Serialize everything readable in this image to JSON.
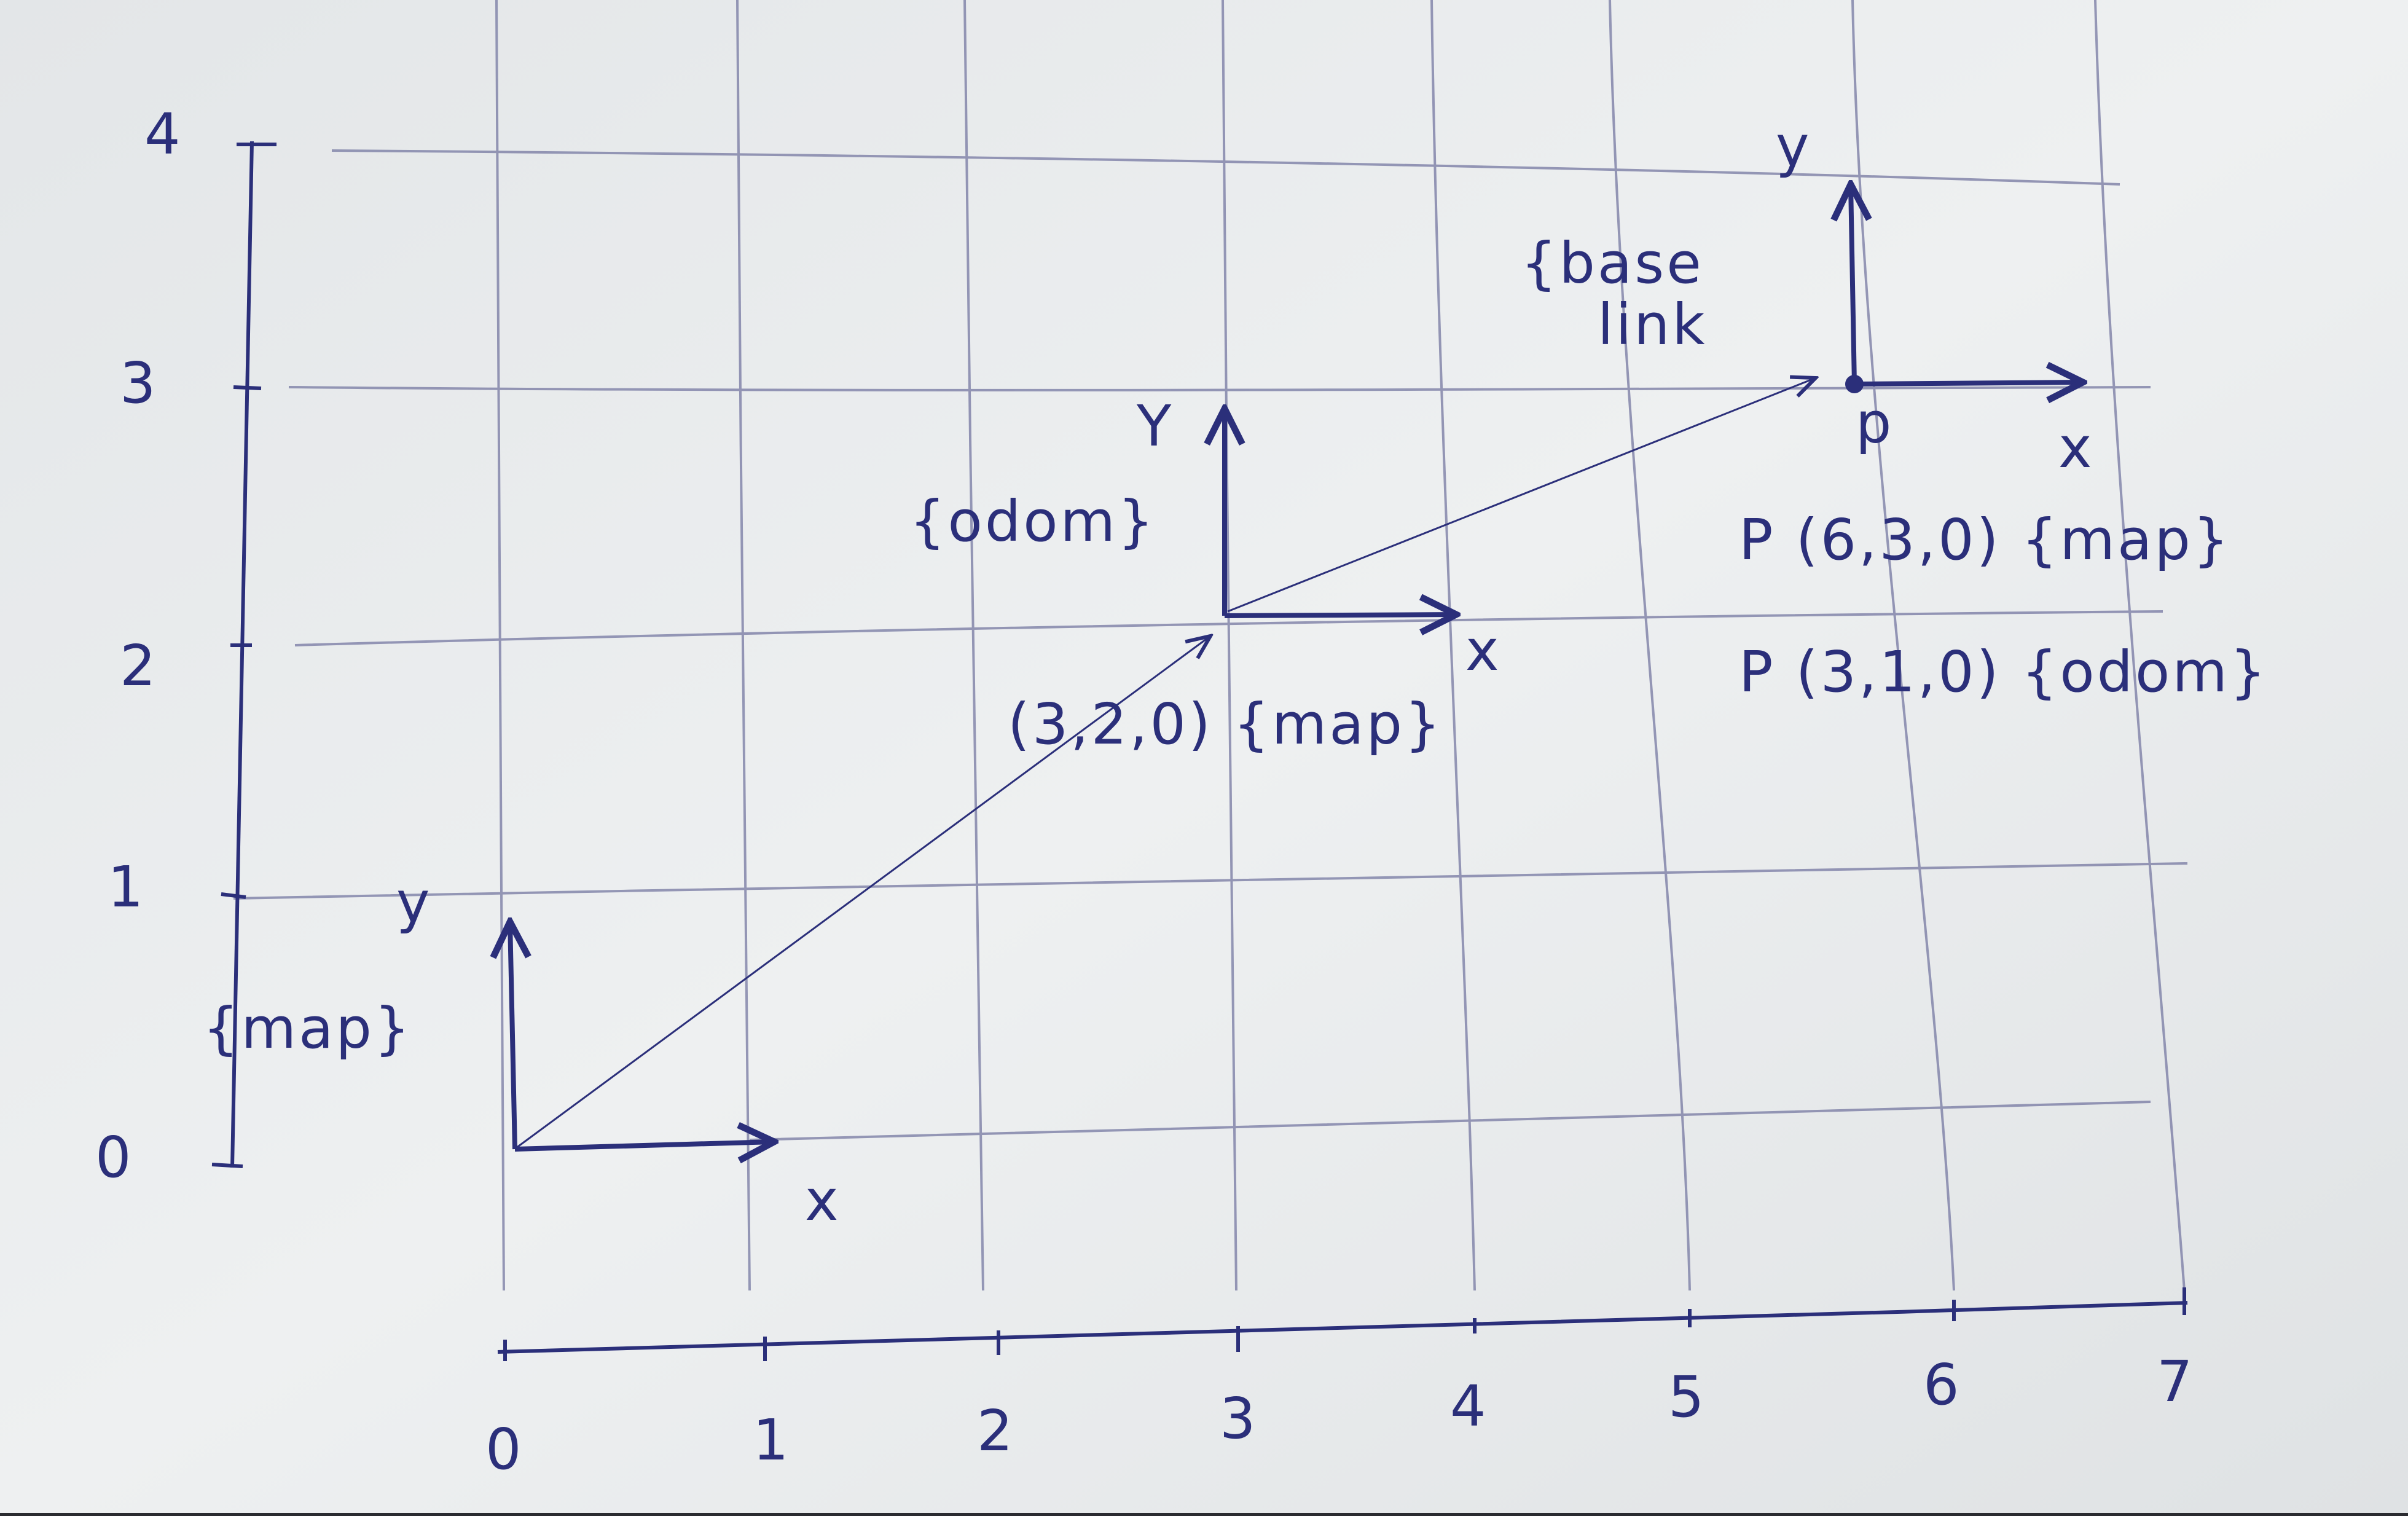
{
  "diagram": {
    "y_ticks": [
      "4",
      "3",
      "2",
      "1",
      "0"
    ],
    "x_ticks": [
      "0",
      "1",
      "2",
      "3",
      "4",
      "5",
      "6",
      "7"
    ],
    "frames": {
      "map": {
        "name": "{map}",
        "x_label": "x",
        "y_label": "y",
        "origin": "(0,0)"
      },
      "odom": {
        "name": "{odom}",
        "x_label": "x",
        "y_label": "Y",
        "origin_label": "(3,2,0) {map}"
      },
      "base_link": {
        "name_line1": "{base",
        "name_line2": "link",
        "x_label": "x",
        "y_label": "y",
        "point_label": "p"
      }
    },
    "point_in_map": "P (6,3,0) {map}",
    "point_in_odom": "P (3,1,0) {odom}",
    "colors": {
      "ink": "#2b2f7a",
      "grid": "#7d7fa6",
      "paper": "#eceff0",
      "background": "#2a2b30"
    }
  }
}
